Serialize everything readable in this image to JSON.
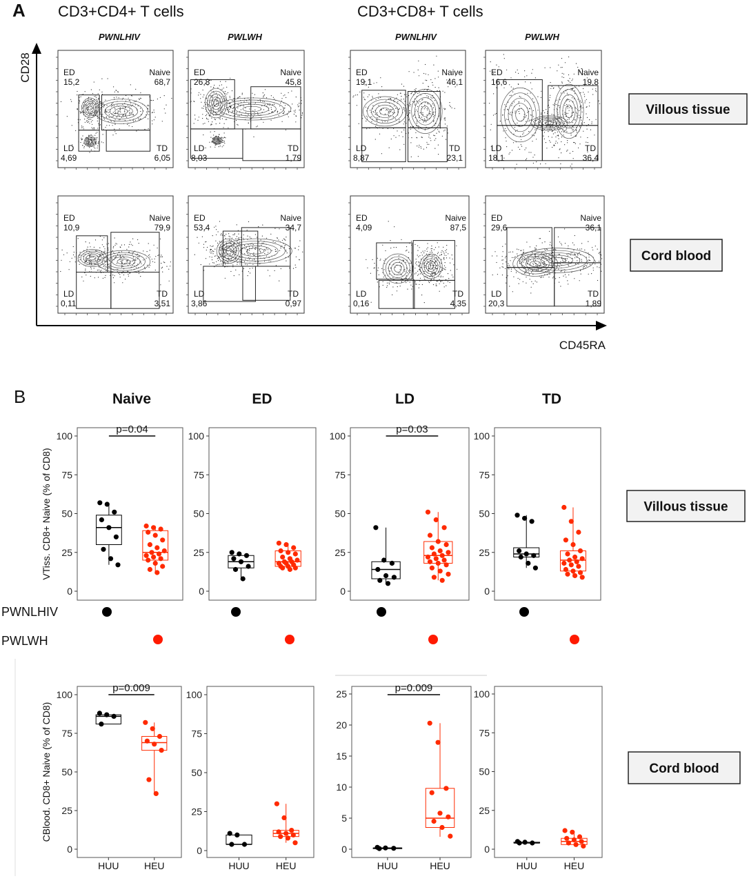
{
  "panel_a": {
    "letter": "A",
    "group_titles": [
      "CD3+CD4+ T cells",
      "CD3+CD8+ T cells"
    ],
    "sample_labels": [
      "PWNLHIV",
      "PWLWH",
      "PWNLHIV",
      "PWLWH"
    ],
    "y_axis_label": "CD28",
    "x_axis_label": "CD45RA",
    "row_labels": [
      "Villous tissue",
      "Cord blood"
    ],
    "gate_names": {
      "ed": "ED",
      "naive": "Naive",
      "ld": "LD",
      "td": "TD"
    },
    "plots": [
      {
        "ed": "15,2",
        "naive": "68,7",
        "ld": "4,69",
        "td": "6,05"
      },
      {
        "ed": "26,8",
        "naive": "45,8",
        "ld": "8,03",
        "td": "1,79"
      },
      {
        "ed": "19,1",
        "naive": "46,1",
        "ld": "8,87",
        "td": "23,1"
      },
      {
        "ed": "16,6",
        "naive": "19,8",
        "ld": "18,1",
        "td": "36,4"
      },
      {
        "ed": "10,9",
        "naive": "79,9",
        "ld": "0,11",
        "td": "3,51"
      },
      {
        "ed": "53,4",
        "naive": "34,7",
        "ld": "3,86",
        "td": "0,97"
      },
      {
        "ed": "4,09",
        "naive": "87,5",
        "ld": "0,16",
        "td": "4,35"
      },
      {
        "ed": "29,6",
        "naive": "36,1",
        "ld": "20,3",
        "td": "1,89"
      }
    ]
  },
  "panel_b": {
    "letter": "B",
    "column_titles": [
      "Naive",
      "ED",
      "LD",
      "TD"
    ],
    "row_labels": [
      "Villous tissue",
      "Cord blood"
    ],
    "y_axis_labels": [
      "VTiss. CD8+ Naive (% of CD8)",
      "CBlood. CD8+ Naive (% of CD8)"
    ],
    "legend": [
      {
        "label": "PWNLHIV",
        "color": "#000000"
      },
      {
        "label": "PWLWH",
        "color": "#ff0000"
      }
    ],
    "x_categories": [
      "HUU",
      "HEU"
    ],
    "colors": {
      "group1": "#000000",
      "group2": "#ff2a00"
    }
  },
  "chart_data": [
    {
      "type": "box",
      "title": "Naive",
      "row": "Villous tissue",
      "ylabel": "VTiss. CD8+ Naive (% of CD8)",
      "ylim": [
        0,
        100
      ],
      "yticks": [
        0,
        25,
        50,
        75,
        100
      ],
      "pvalue": "p=0.04",
      "series": [
        {
          "name": "PWNLHIV",
          "q1": 30,
          "median": 41,
          "q3": 49,
          "min": 17,
          "max": 57,
          "points": [
            57,
            56,
            51,
            46,
            41,
            35,
            27,
            21,
            17
          ]
        },
        {
          "name": "PWLWH",
          "q1": 20,
          "median": 25,
          "q3": 39,
          "min": 12,
          "max": 42,
          "points": [
            42,
            41,
            40,
            38,
            36,
            33,
            30,
            28,
            26,
            25,
            24,
            23,
            22,
            21,
            20,
            18,
            16,
            14,
            12
          ]
        }
      ]
    },
    {
      "type": "box",
      "title": "ED",
      "row": "Villous tissue",
      "ylim": [
        0,
        100
      ],
      "yticks": [
        0,
        25,
        50,
        75,
        100
      ],
      "series": [
        {
          "name": "PWNLHIV",
          "q1": 15,
          "median": 19,
          "q3": 23,
          "min": 8,
          "max": 25,
          "points": [
            25,
            24,
            23,
            21,
            19,
            16,
            14,
            8
          ]
        },
        {
          "name": "PWLWH",
          "q1": 16,
          "median": 19,
          "q3": 26,
          "min": 14,
          "max": 31,
          "points": [
            31,
            30,
            28,
            26,
            25,
            24,
            22,
            21,
            20,
            19,
            19,
            18,
            18,
            17,
            16,
            16,
            15,
            15,
            14
          ]
        }
      ]
    },
    {
      "type": "box",
      "title": "LD",
      "row": "Villous tissue",
      "ylim": [
        0,
        100
      ],
      "yticks": [
        0,
        25,
        50,
        75,
        100
      ],
      "pvalue": "p=0.03",
      "series": [
        {
          "name": "PWNLHIV",
          "q1": 8,
          "median": 14,
          "q3": 19,
          "min": 5,
          "max": 41,
          "points": [
            41,
            20,
            18,
            14,
            10,
            9,
            7,
            5
          ]
        },
        {
          "name": "PWLWH",
          "q1": 18,
          "median": 23,
          "q3": 32,
          "min": 7,
          "max": 51,
          "points": [
            51,
            46,
            41,
            36,
            32,
            30,
            28,
            26,
            25,
            24,
            23,
            22,
            21,
            20,
            19,
            18,
            17,
            15,
            13,
            11,
            9,
            7
          ]
        }
      ]
    },
    {
      "type": "box",
      "title": "TD",
      "row": "Villous tissue",
      "ylim": [
        0,
        100
      ],
      "yticks": [
        0,
        25,
        50,
        75,
        100
      ],
      "series": [
        {
          "name": "PWNLHIV",
          "q1": 22,
          "median": 24,
          "q3": 28,
          "min": 15,
          "max": 49,
          "points": [
            49,
            47,
            45,
            26,
            24,
            23,
            22,
            18,
            15
          ]
        },
        {
          "name": "PWLWH",
          "q1": 13,
          "median": 20,
          "q3": 26,
          "min": 9,
          "max": 54,
          "points": [
            54,
            45,
            38,
            33,
            30,
            26,
            24,
            22,
            21,
            20,
            19,
            18,
            17,
            16,
            14,
            13,
            12,
            11,
            10,
            9
          ]
        }
      ]
    },
    {
      "type": "box",
      "title": "Naive",
      "row": "Cord blood",
      "ylabel": "CBlood. CD8+ Naive (% of CD8)",
      "xlabel": [
        "HUU",
        "HEU"
      ],
      "ylim": [
        0,
        100
      ],
      "yticks": [
        0,
        25,
        50,
        75,
        100
      ],
      "pvalue": "p=0.009",
      "series": [
        {
          "name": "HUU",
          "q1": 81,
          "median": 86,
          "q3": 87,
          "min": 81,
          "max": 88,
          "points": [
            88,
            87,
            86,
            81
          ]
        },
        {
          "name": "HEU",
          "q1": 64,
          "median": 69,
          "q3": 73,
          "min": 36,
          "max": 82,
          "points": [
            82,
            78,
            73,
            70,
            68,
            64,
            45,
            36
          ]
        }
      ]
    },
    {
      "type": "box",
      "title": "ED",
      "row": "Cord blood",
      "xlabel": [
        "HUU",
        "HEU"
      ],
      "ylim": [
        0,
        100
      ],
      "yticks": [
        0,
        25,
        50,
        75,
        100
      ],
      "series": [
        {
          "name": "HUU",
          "q1": 4,
          "median": 4,
          "q3": 10,
          "min": 4,
          "max": 11,
          "points": [
            11,
            10,
            4,
            4
          ]
        },
        {
          "name": "HEU",
          "q1": 9,
          "median": 11,
          "q3": 13,
          "min": 5,
          "max": 30,
          "points": [
            30,
            21,
            13,
            12,
            11,
            10,
            9,
            8,
            5
          ]
        }
      ]
    },
    {
      "type": "box",
      "title": "LD",
      "row": "Cord blood",
      "xlabel": [
        "HUU",
        "HEU"
      ],
      "ylim": [
        0,
        25
      ],
      "yticks": [
        0,
        5,
        10,
        15,
        20,
        25
      ],
      "pvalue": "p=0.009",
      "series": [
        {
          "name": "HUU",
          "q1": 0.1,
          "median": 0.2,
          "q3": 0.2,
          "min": 0.1,
          "max": 0.3,
          "points": [
            0.3,
            0.2,
            0.15,
            0.1
          ]
        },
        {
          "name": "HEU",
          "q1": 3.5,
          "median": 5,
          "q3": 9.8,
          "min": 2,
          "max": 20.3,
          "points": [
            20.3,
            17.2,
            9.8,
            9.1,
            5.8,
            5.2,
            4.5,
            3.5,
            2.1
          ]
        }
      ]
    },
    {
      "type": "box",
      "title": "TD",
      "row": "Cord blood",
      "xlabel": [
        "HUU",
        "HEU"
      ],
      "ylim": [
        0,
        100
      ],
      "yticks": [
        0,
        25,
        50,
        75,
        100
      ],
      "series": [
        {
          "name": "HUU",
          "q1": 4,
          "median": 4,
          "q3": 4.5,
          "min": 4,
          "max": 5,
          "points": [
            5,
            4.5,
            4,
            4
          ]
        },
        {
          "name": "HEU",
          "q1": 3,
          "median": 5,
          "q3": 7,
          "min": 2,
          "max": 12,
          "points": [
            12,
            11,
            8,
            7,
            6,
            5,
            4,
            3,
            2
          ]
        }
      ]
    }
  ]
}
